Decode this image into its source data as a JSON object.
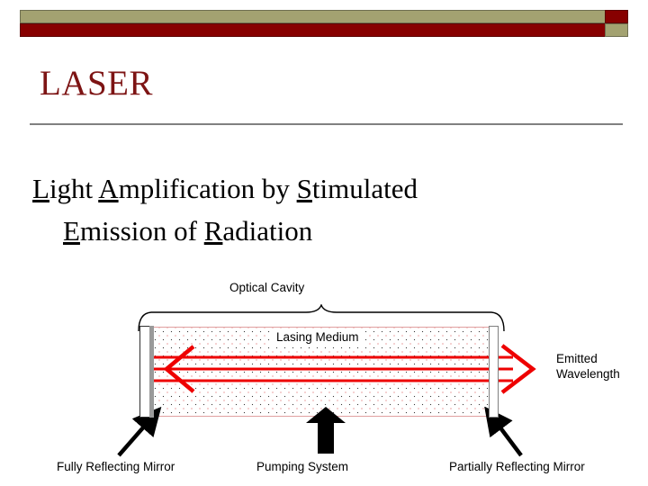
{
  "header": {
    "band_top_color": "#a3a271",
    "band_bottom_color": "#870000"
  },
  "title": {
    "text": "LASER",
    "color": "#7d1414"
  },
  "body": {
    "line1_parts": {
      "l": "L",
      "ight_amp": "ight ",
      "a": "A",
      "mplification_by": "mplification by ",
      "s": "S",
      "timulated": "timulated"
    },
    "line2_parts": {
      "e": "E",
      "mission_of": "mission of ",
      "r": "R",
      "adiation": "adiation"
    },
    "full_line1": "Light Amplification by Stimulated",
    "full_line2": "Emission of Radiation"
  },
  "diagram": {
    "optical_cavity_label": "Optical Cavity",
    "lasing_medium_label": "Lasing Medium",
    "emitted_line1": "Emitted",
    "emitted_line2": "Wavelength",
    "label_fully_reflecting": "Fully Reflecting Mirror",
    "label_pumping_system": "Pumping System",
    "label_partially_reflecting": "Partially Reflecting Mirror",
    "beam_color": "#ee0000",
    "mirror_coating_color": "#9a9a9a",
    "arrow_color": "#000000"
  }
}
